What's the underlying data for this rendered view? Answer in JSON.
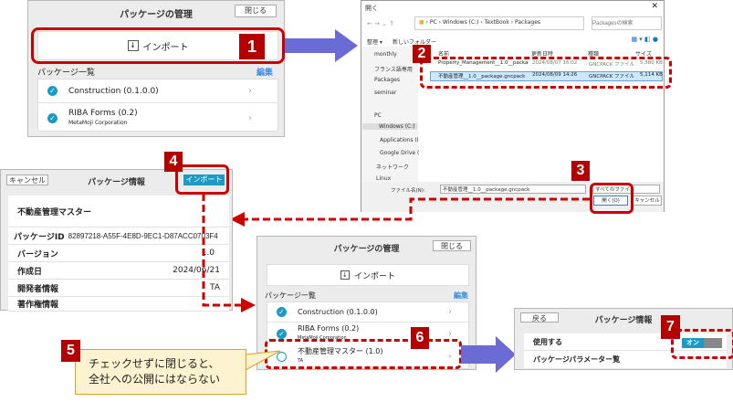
{
  "panel_manage": {
    "title": "パッケージの管理",
    "close": "閉じる",
    "import": "インポート",
    "list_label": "パッケージ一覧",
    "edit": "編集",
    "items": [
      {
        "name": "Construction  (0.1.0.0)"
      },
      {
        "name": "RIBA Forms (0.2)",
        "sub": "MetaMoji Corporation"
      }
    ]
  },
  "file_dialog": {
    "title": "開く",
    "path": [
      "PC",
      "Windows (C:)",
      "TextBook",
      "Packages"
    ],
    "search_placeholder": "Packagesの検索",
    "organize": "整理 ▾",
    "new_folder": "新しいフォルダー",
    "columns": [
      "名前",
      "更新日時",
      "種類",
      "サイズ"
    ],
    "files": [
      {
        "name": "Property_Management__1.0__package.gnc...",
        "date": "2024/08/07 16:02",
        "type": "GNCPACK ファイル",
        "size": "5,380 KB"
      },
      {
        "name": "不動産管理__1.0__package.gncpack",
        "date": "2024/08/09 14:26",
        "type": "GNCPACK ファイル",
        "size": "5,114 KB"
      }
    ],
    "nav": [
      "monthly",
      "フランス語専用",
      "Packages",
      "seminar"
    ],
    "tree": [
      "PC",
      "Windows (C:)",
      "Applications (I",
      "Google Drive (",
      "ネットワーク",
      "Linux"
    ],
    "filename_label": "ファイル名(N):",
    "filename": "不動産管理__1.0__package.gncpack",
    "filter": "すべてのファイル",
    "open": "開く(O)",
    "cancel": "キャンセル"
  },
  "panel_info": {
    "cancel": "キャンセル",
    "title": "パッケージ情報",
    "import": "インポート",
    "name": "不動産管理マスター",
    "rows": [
      {
        "label": "パッケージID",
        "value": "82897218-A55F-4E8D-9EC1-D87ACC0703F4"
      },
      {
        "label": "バージョン",
        "value": "1.0"
      },
      {
        "label": "作成日",
        "value": "2024/06/21"
      },
      {
        "label": "開発者情報",
        "value": "TA"
      },
      {
        "label": "著作権情報",
        "value": ""
      }
    ]
  },
  "panel_manage2": {
    "title": "パッケージの管理",
    "close": "閉じる",
    "import": "インポート",
    "list_label": "パッケージ一覧",
    "edit": "編集",
    "items": [
      {
        "name": "Construction  (0.1.0.0)"
      },
      {
        "name": "RIBA Forms (0.2)",
        "sub": "MetaMoji Corporation"
      },
      {
        "name": "不動産管理マスター (1.0)",
        "sub": "TA"
      }
    ]
  },
  "panel_info2": {
    "back": "戻る",
    "title": "パッケージ情報",
    "use": "使用する",
    "toggle": "オン",
    "params": "パッケージパラメーター覧"
  },
  "callout": {
    "line1": "チェックせずに閉じると、",
    "line2": "全社への公開にはならない"
  },
  "badges": [
    "1",
    "2",
    "3",
    "4",
    "5",
    "6",
    "7"
  ],
  "colors": {
    "accent": "#1a9bc6",
    "annotation_red": "#b30000",
    "arrow": "#6b6bd6",
    "callout": "#fdf3d0"
  }
}
